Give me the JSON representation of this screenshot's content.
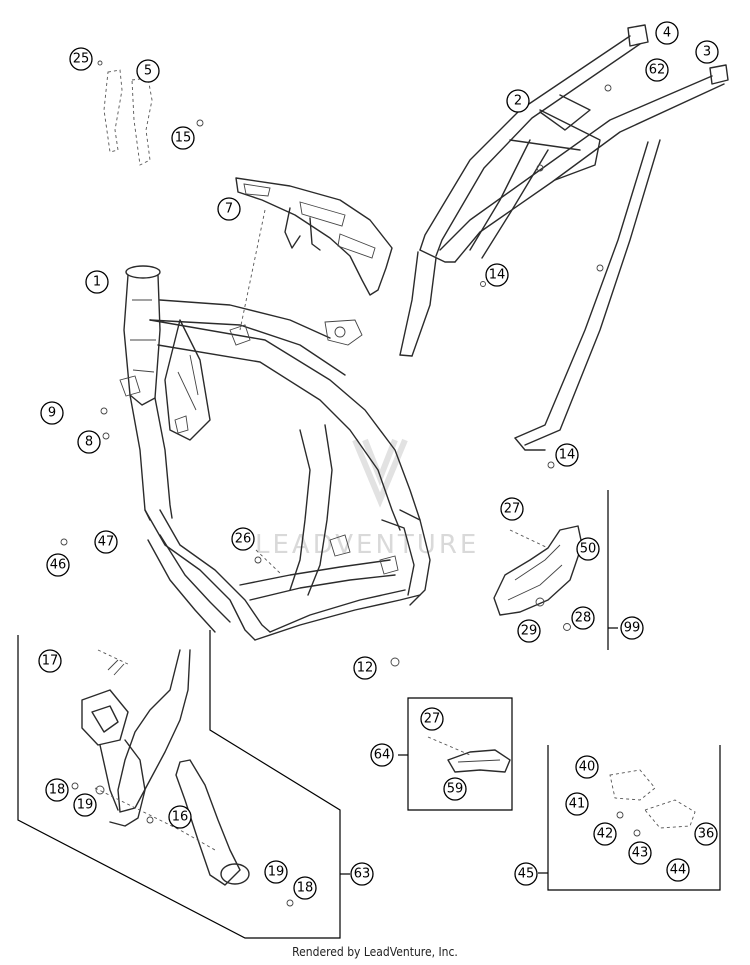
{
  "footer_text": "Rendered by LeadVenture, Inc.",
  "watermark_text": "LEADVENTURE",
  "callouts": [
    "1",
    "2",
    "3",
    "4",
    "5",
    "7",
    "8",
    "9",
    "12",
    "14",
    "14",
    "15",
    "16",
    "17",
    "18",
    "18",
    "19",
    "19",
    "25",
    "26",
    "27",
    "27",
    "28",
    "29",
    "36",
    "40",
    "41",
    "42",
    "43",
    "44",
    "45",
    "46",
    "47",
    "50",
    "59",
    "62",
    "63",
    "64",
    "99"
  ]
}
